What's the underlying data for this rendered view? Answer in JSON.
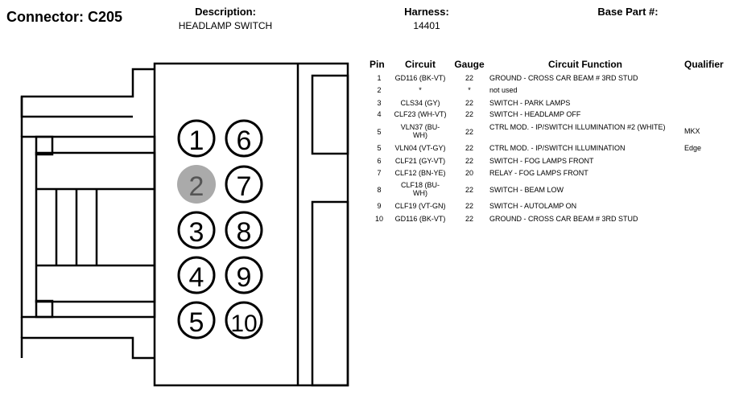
{
  "header": {
    "connector_label": "Connector: C205",
    "description_label": "Description:",
    "description_value": "HEADLAMP SWITCH",
    "harness_label": "Harness:",
    "harness_value": "14401",
    "base_part_label": "Base Part #:"
  },
  "connector": {
    "pins": [
      "1",
      "6",
      "2",
      "7",
      "3",
      "8",
      "4",
      "9",
      "5",
      "10"
    ],
    "unused_pin_color": "#aaaaaa"
  },
  "table": {
    "headers": {
      "pin": "Pin",
      "circuit": "Circuit",
      "gauge": "Gauge",
      "function": "Circuit Function",
      "qualifier": "Qualifier"
    },
    "rows": [
      {
        "pin": "1",
        "circuit": "GD116 (BK-VT)",
        "gauge": "22",
        "function": "GROUND - CROSS CAR BEAM # 3RD STUD",
        "qualifier": ""
      },
      {
        "pin": "2",
        "circuit": "*",
        "gauge": "*",
        "function": "not used",
        "qualifier": ""
      },
      {
        "pin": "3",
        "circuit": "CLS34 (GY)",
        "gauge": "22",
        "function": "SWITCH - PARK LAMPS",
        "qualifier": ""
      },
      {
        "pin": "4",
        "circuit": "CLF23 (WH-VT)",
        "gauge": "22",
        "function": "SWITCH - HEADLAMP OFF",
        "qualifier": ""
      },
      {
        "pin": "5",
        "circuit": "VLN37 (BU-WH)",
        "gauge": "22",
        "function": "CTRL MOD. - IP/SWITCH ILLUMINATION #2 (WHITE)",
        "qualifier": "MKX"
      },
      {
        "pin": "5",
        "circuit": "VLN04 (VT-GY)",
        "gauge": "22",
        "function": "CTRL MOD. - IP/SWITCH ILLUMINATION",
        "qualifier": "Edge"
      },
      {
        "pin": "6",
        "circuit": "CLF21 (GY-VT)",
        "gauge": "22",
        "function": "SWITCH - FOG LAMPS FRONT",
        "qualifier": ""
      },
      {
        "pin": "7",
        "circuit": "CLF12 (BN-YE)",
        "gauge": "20",
        "function": "RELAY - FOG LAMPS FRONT",
        "qualifier": ""
      },
      {
        "pin": "8",
        "circuit": "CLF18 (BU-WH)",
        "gauge": "22",
        "function": "SWITCH - BEAM LOW",
        "qualifier": ""
      },
      {
        "pin": "9",
        "circuit": "CLF19 (VT-GN)",
        "gauge": "22",
        "function": "SWITCH - AUTOLAMP ON",
        "qualifier": ""
      },
      {
        "pin": "10",
        "circuit": "GD116 (BK-VT)",
        "gauge": "22",
        "function": "GROUND - CROSS CAR BEAM # 3RD STUD",
        "qualifier": ""
      }
    ]
  }
}
